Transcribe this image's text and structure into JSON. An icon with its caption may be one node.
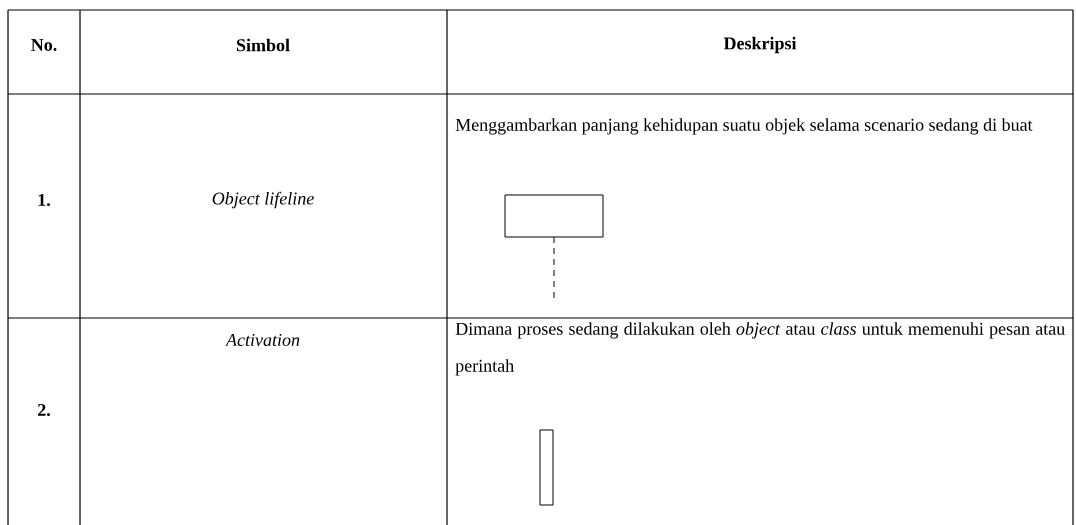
{
  "diagram": {
    "labels": [
      "No.",
      "Simbol",
      "Deskripsi",
      "1.",
      "Object lifeline",
      "Menggambarkan panjang kehidupan suatu objek selama scenario sedang di buat",
      "2.",
      "Activation",
      "Dimana proses sedang dilakukan oleh *object* atau *class* untuk memenuhi pesan atau perintah"
    ]
  }
}
